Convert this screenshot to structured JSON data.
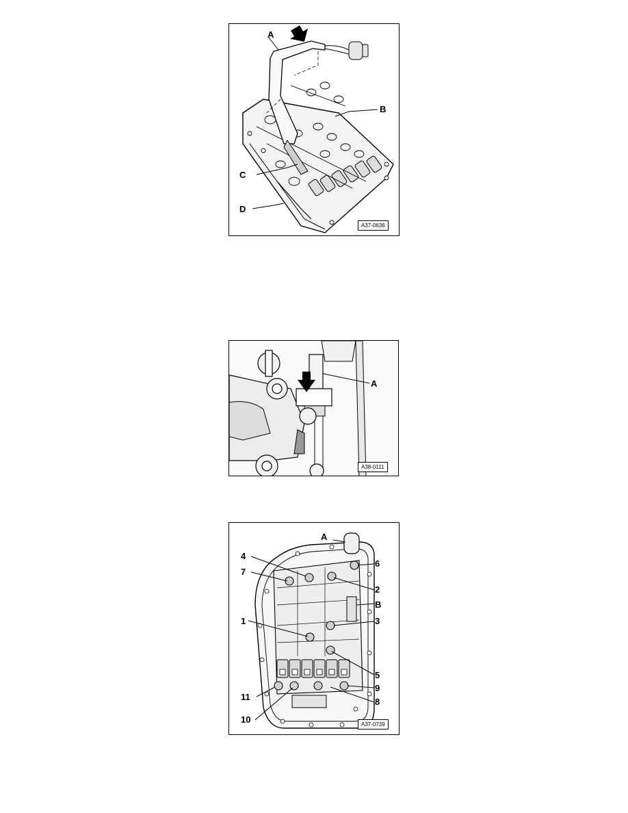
{
  "figures": [
    {
      "id": "A37-0636",
      "callouts": [
        "A",
        "B",
        "C",
        "D"
      ]
    },
    {
      "id": "A38-0111",
      "callouts": [
        "A"
      ]
    },
    {
      "id": "A37-0739",
      "callouts": [
        "A",
        "4",
        "6",
        "7",
        "2",
        "B",
        "1",
        "3",
        "5",
        "9",
        "11",
        "8",
        "10"
      ]
    }
  ]
}
